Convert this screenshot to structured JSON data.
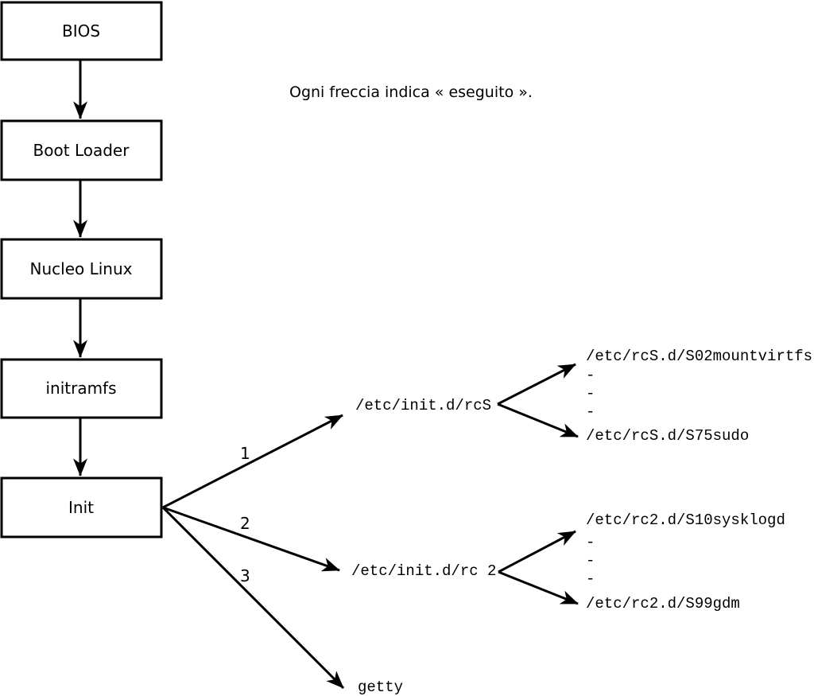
{
  "note": "Ogni freccia indica « eseguito ».",
  "chain": [
    {
      "label": "BIOS"
    },
    {
      "label": "Boot Loader"
    },
    {
      "label": "Nucleo Linux"
    },
    {
      "label": "initramfs"
    },
    {
      "label": "Init"
    }
  ],
  "init_branches": [
    {
      "number": "1",
      "target": "/etc/init.d/rcS",
      "scripts": {
        "first": "/etc/rcS.d/S02mountvirtfs",
        "dots": [
          "-",
          "-",
          "-"
        ],
        "last": "/etc/rcS.d/S75sudo"
      }
    },
    {
      "number": "2",
      "target": "/etc/init.d/rc 2",
      "scripts": {
        "first": "/etc/rc2.d/S10sysklogd",
        "dots": [
          "-",
          "-",
          "-"
        ],
        "last": "/etc/rc2.d/S99gdm"
      }
    },
    {
      "number": "3",
      "target": "getty"
    }
  ],
  "colors": {
    "line": "#000000",
    "background": "#ffffff",
    "text": "#000000"
  }
}
